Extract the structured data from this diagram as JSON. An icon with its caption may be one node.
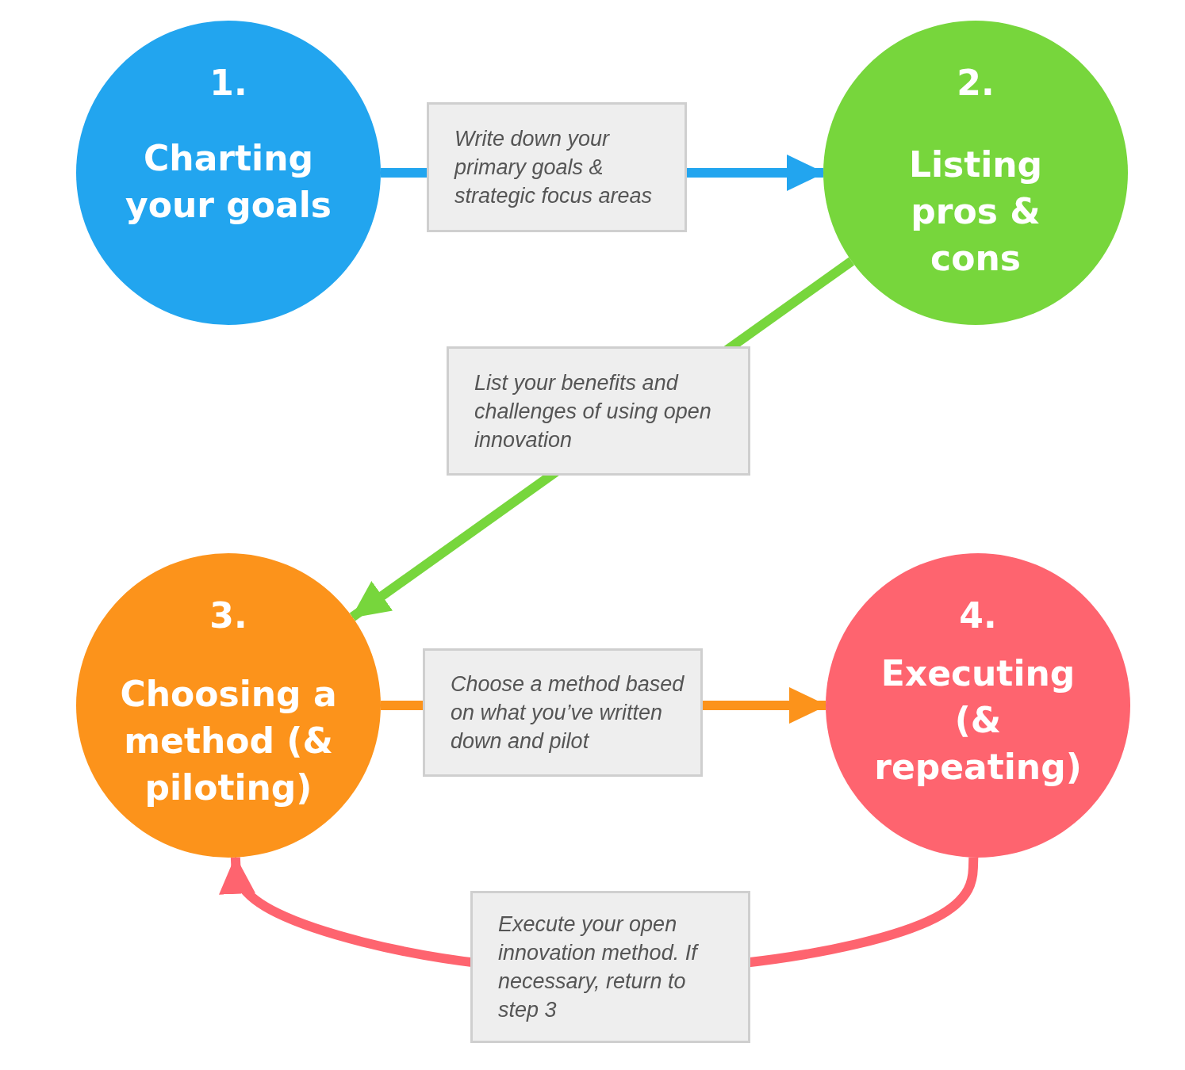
{
  "diagram": {
    "nodes": [
      {
        "text": [
          "1.",
          "Charting your goals"
        ]
      },
      {
        "text": [
          "2.",
          "Listing pros & cons"
        ]
      },
      {
        "text": [
          "3.",
          "Choosing a method (& piloting)"
        ]
      },
      {
        "text": [
          "4.",
          "Executing (& repeating)"
        ]
      }
    ],
    "edges": [
      {
        "from": 0,
        "to": 1,
        "arrow": "to",
        "label": "Write down your primary goals & strategic focus areas",
        "color": "#22a5ef"
      },
      {
        "from": 1,
        "to": 2,
        "arrow": "to",
        "label": "List your benefits and challenges of using open innovation",
        "color": "#77d63c"
      },
      {
        "from": 2,
        "to": 3,
        "arrow": "to",
        "label": "Choose a method based on what you’ve written down and pilot",
        "color": "#fc931b"
      },
      {
        "from": 3,
        "to": 2,
        "arrow": "to",
        "label": "Execute your open innovation method. If necessary, return to step 3",
        "color": "#fe646f"
      }
    ]
  }
}
